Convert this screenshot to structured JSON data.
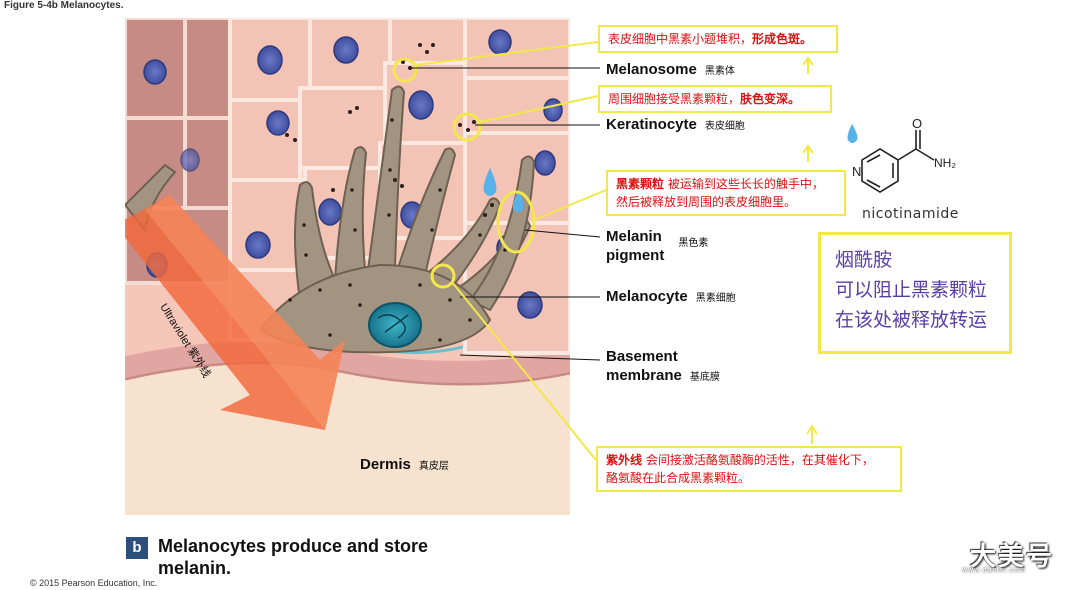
{
  "figure_caption": "Figure 5-4b Melanocytes.",
  "labels": {
    "melanosome": {
      "en": "Melanosome",
      "cn": "黑素体"
    },
    "keratinocyte": {
      "en": "Keratinocyte",
      "cn": "表皮细胞"
    },
    "melanin_pigment": {
      "en1": "Melanin",
      "en2": "pigment",
      "cn": "黑色素"
    },
    "melanocyte": {
      "en": "Melanocyte",
      "cn": "黑素细胞"
    },
    "basement_membrane": {
      "en1": "Basement",
      "en2": "membrane",
      "cn": "基底膜"
    },
    "dermis": {
      "en": "Dermis",
      "cn": "真皮层"
    },
    "ultraviolet": {
      "en": "Ultraviolet",
      "cn": "紫外线"
    }
  },
  "notes": {
    "note1": {
      "text": "表皮细胞中黑素小题堆积，",
      "bold": "形成色斑。"
    },
    "note2": {
      "text": "周围细胞接受黑素颗粒，",
      "bold": "肤色变深。"
    },
    "note3": {
      "bold": "黑素颗粒",
      "line1": " 被运输到这些长长的触手中，",
      "line2": "然后被释放到周围的表皮细胞里。"
    },
    "note4": {
      "bold": "紫外线",
      "line1": " 会间接激活酪氨酸酶的活性，在其催化下，",
      "line2": "酪氨酸在此合成黑素颗粒。"
    }
  },
  "nicotinamide": {
    "name": "nicotinamide",
    "atom_n": "N",
    "atom_o": "O",
    "atom_nh2": "NH₂",
    "box_lines": [
      "烟酰胺",
      "可以阻止黑素颗粒",
      "在该处被释放转运"
    ]
  },
  "caption": {
    "letter": "b",
    "text": "Melanocytes produce and store melanin."
  },
  "copyright": "© 2015 Pearson Education, Inc.",
  "watermark": "大美号",
  "watermark_sub": "www.damei.com",
  "colors": {
    "note_border": "#f2e84a",
    "note_text": "#dd1111",
    "box_text": "#5a3fa8",
    "uv_arrow": "#f2683a"
  }
}
